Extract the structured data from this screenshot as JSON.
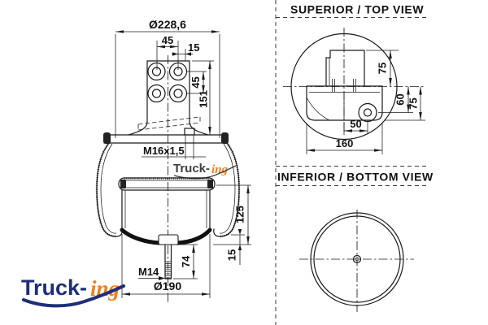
{
  "colors": {
    "line": "#1a1a1a",
    "navy": "#1f2d7a",
    "orange": "#ef7f1a",
    "watermark_gray": "#3f3f3f"
  },
  "brand_logo": {
    "part1": "Truck-",
    "part2": "ing"
  },
  "watermark": {
    "part1": "Truck-",
    "part2": "ing"
  },
  "front_view": {
    "dims": {
      "top_diameter": "Ø228,6",
      "bolt_span": "45",
      "fitting_offset": "15",
      "bolt_span_vertical": "45",
      "bracket_height": "151",
      "air_fitting_thread": "M16x1,5",
      "piston_height": "125",
      "lobe_height": "15",
      "stud_length": "74",
      "stud_thread": "M14",
      "piston_diameter": "Ø190"
    }
  },
  "top_view": {
    "title": "SUPERIOR / TOP VIEW",
    "dims": {
      "bracket_depth": "75",
      "hole_offset_y": "60",
      "plate_depth": "75",
      "hole_offset_x": "50",
      "plate_width": "160"
    }
  },
  "bottom_view": {
    "title": "INFERIOR / BOTTOM VIEW"
  }
}
